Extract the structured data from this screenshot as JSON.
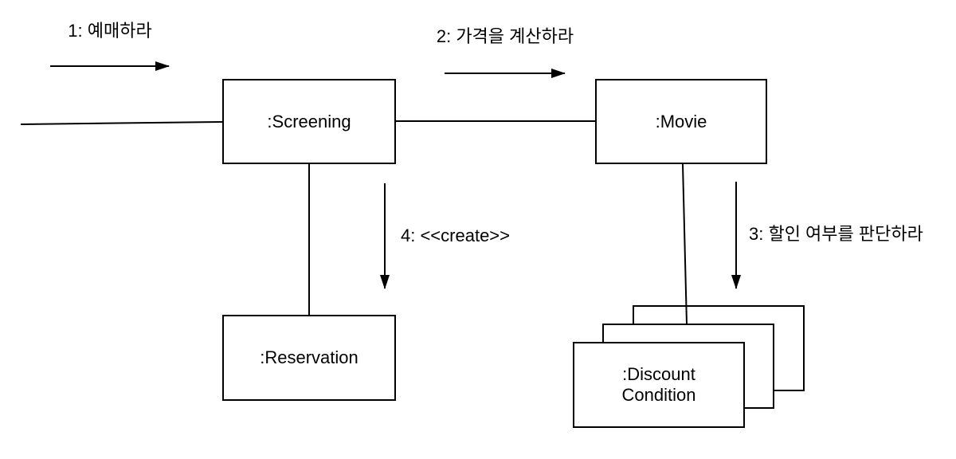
{
  "diagram": {
    "type": "uml-communication-diagram",
    "colors": {
      "stroke": "#000000",
      "background": "#ffffff",
      "text": "#000000"
    },
    "nodes": {
      "screening": {
        "label": ":Screening"
      },
      "movie": {
        "label": ":Movie"
      },
      "reservation": {
        "label": ":Reservation"
      },
      "discount_condition": {
        "label": ":Discount\nCondition"
      }
    },
    "messages": {
      "m1": {
        "label": "1: 예매하라"
      },
      "m2": {
        "label": "2: 가격을 계산하라"
      },
      "m3": {
        "label": "3: 할인 여부를 판단하라"
      },
      "m4": {
        "label": "4: <<create>>"
      }
    }
  }
}
